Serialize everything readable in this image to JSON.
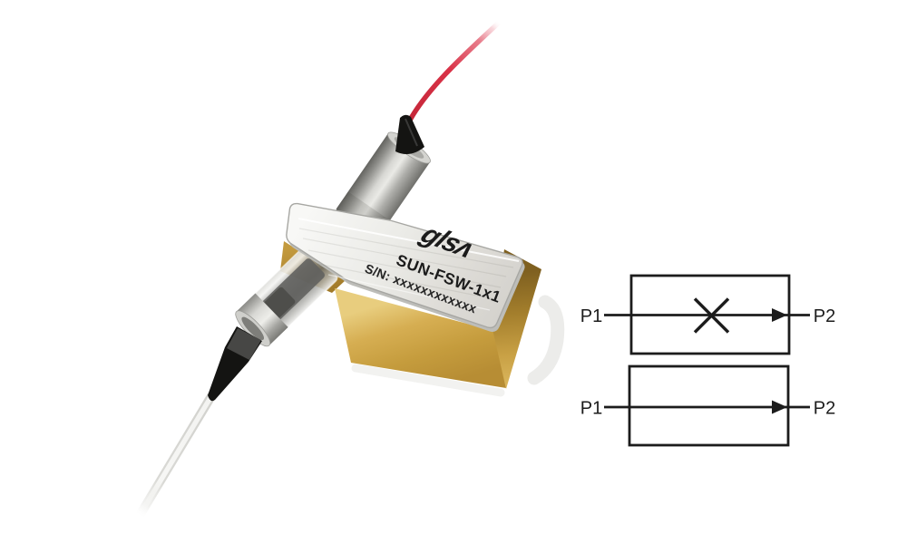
{
  "image": {
    "type": "product-photo-with-schematics",
    "background_color": "#ffffff"
  },
  "device": {
    "label": {
      "brand_logo": "glsʌ",
      "model": "SUN-FSW-1x1",
      "serial": "S/N: xxxxxxxxxxxx"
    },
    "colors": {
      "body_gold": "#c59c3d",
      "label_silver": "#ebebe7",
      "collimator_steel": "#b5b5b1",
      "boot_black": "#141412",
      "fiber_red": "#d93247",
      "fiber_white": "#f3f3f1"
    }
  },
  "schematics": {
    "line_color": "#1c1c1c",
    "diagrams": [
      {
        "id": "state-blocked",
        "input_port": "P1",
        "output_port": "P2",
        "cross_icon": true
      },
      {
        "id": "state-through",
        "input_port": "P1",
        "output_port": "P2",
        "cross_icon": false
      }
    ]
  }
}
